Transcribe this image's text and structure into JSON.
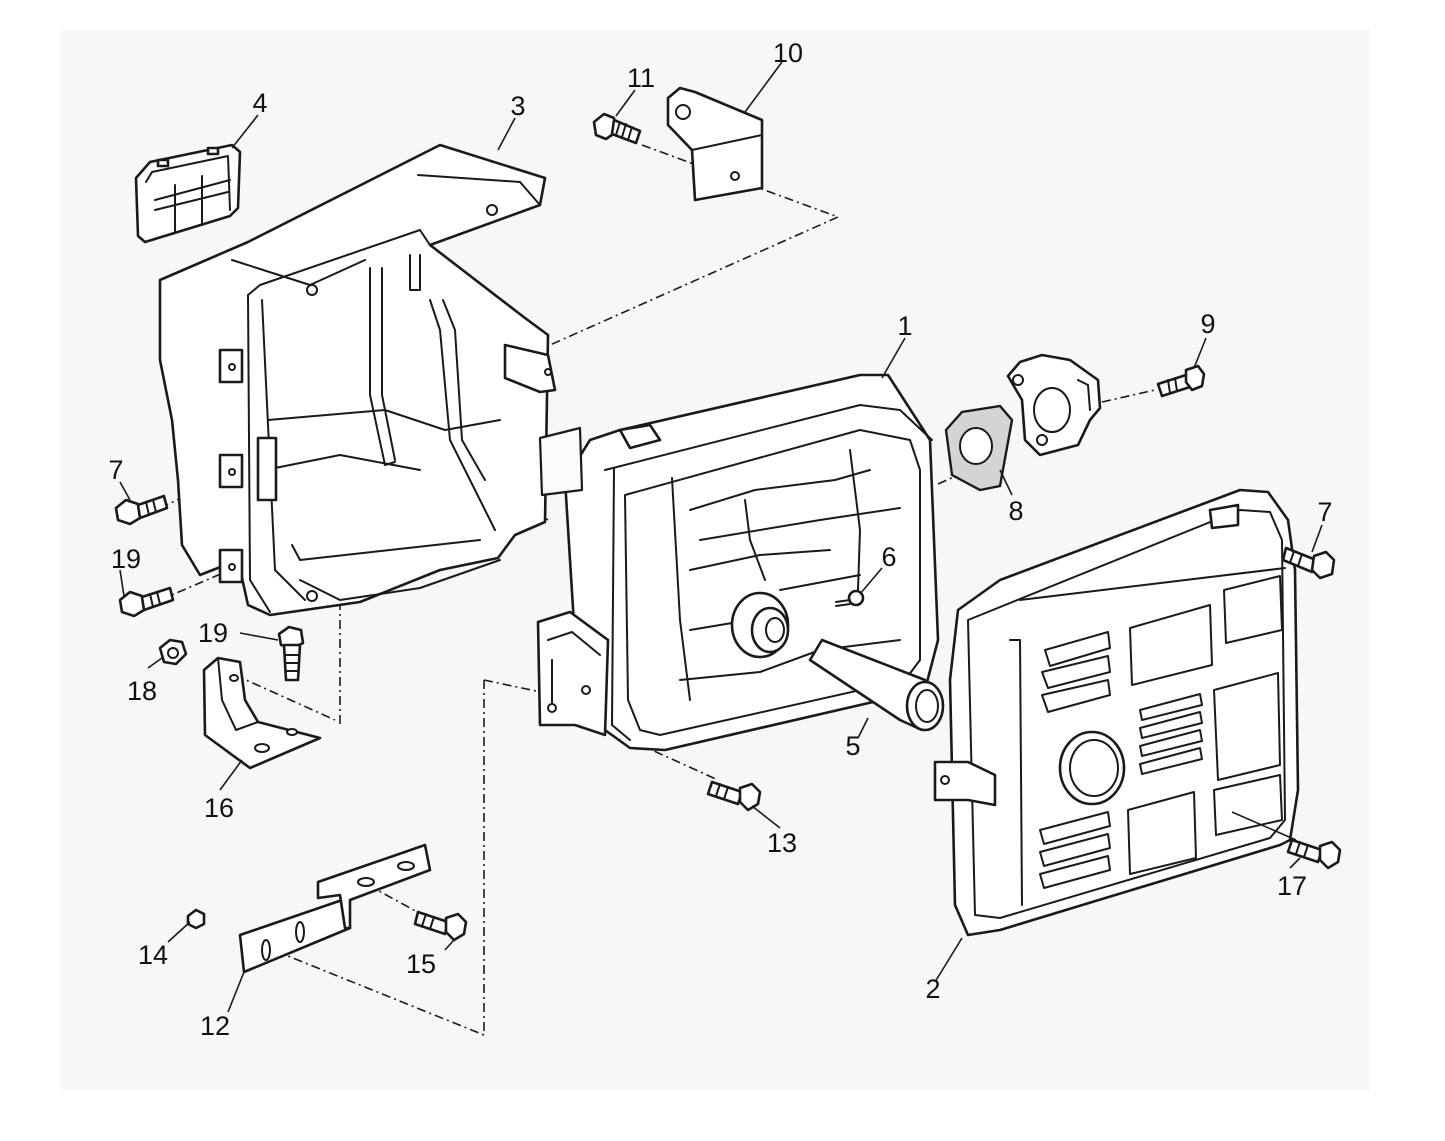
{
  "parts": [
    {
      "id": "part-1",
      "number": "1"
    },
    {
      "id": "part-2",
      "number": "2"
    },
    {
      "id": "part-3",
      "number": "3"
    },
    {
      "id": "part-4",
      "number": "4"
    },
    {
      "id": "part-5",
      "number": "5"
    },
    {
      "id": "part-6",
      "number": "6"
    },
    {
      "id": "part-7a",
      "number": "7"
    },
    {
      "id": "part-7b",
      "number": "7"
    },
    {
      "id": "part-8",
      "number": "8"
    },
    {
      "id": "part-9",
      "number": "9"
    },
    {
      "id": "part-10",
      "number": "10"
    },
    {
      "id": "part-11",
      "number": "11"
    },
    {
      "id": "part-12",
      "number": "12"
    },
    {
      "id": "part-13",
      "number": "13"
    },
    {
      "id": "part-14",
      "number": "14"
    },
    {
      "id": "part-15",
      "number": "15"
    },
    {
      "id": "part-16",
      "number": "16"
    },
    {
      "id": "part-17",
      "number": "17"
    },
    {
      "id": "part-18",
      "number": "18"
    },
    {
      "id": "part-19a",
      "number": "19"
    },
    {
      "id": "part-19b",
      "number": "19"
    }
  ]
}
